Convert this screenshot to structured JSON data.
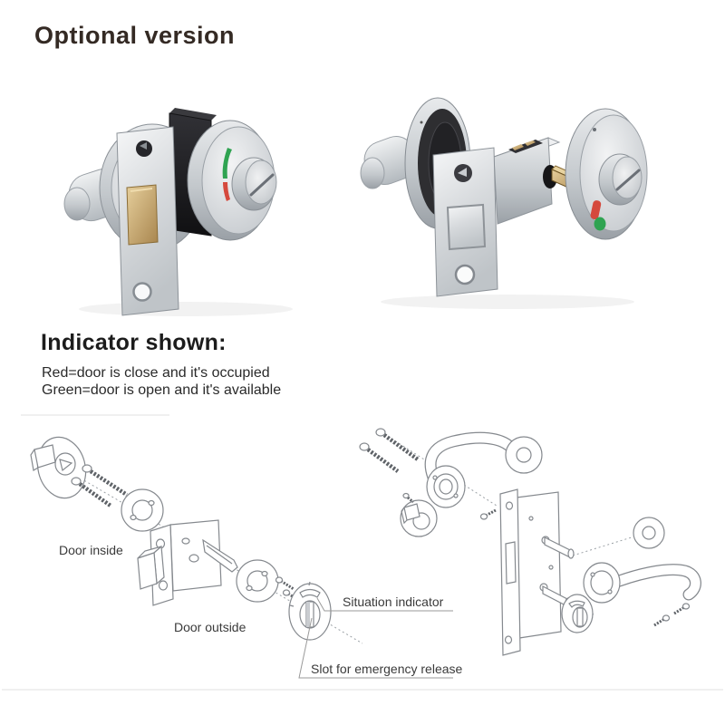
{
  "page": {
    "title": "Optional version",
    "background": "#ffffff"
  },
  "indicator_section": {
    "heading": "Indicator shown:",
    "line_red": "Red=door is close and it's occupied",
    "line_green": "Green=door is open and it's available"
  },
  "diagram_labels": {
    "door_inside": "Door inside",
    "door_outside": "Door outside",
    "situation_indicator": "Situation indicator",
    "slot_emergency": "Slot for emergency release"
  },
  "photos": {
    "left": "privacy-lock-green-indicator-view",
    "right": "privacy-lock-red-green-indicator-view"
  },
  "colors": {
    "page_bg": "#ffffff",
    "title_text": "#342a24",
    "heading_text": "#1c1c1c",
    "body_text": "#2a2a2a",
    "label_text": "#3a3a3a",
    "indicator_red": "#d5493d",
    "indicator_green": "#2fa351",
    "diagram_line": "#85898e",
    "brass": "#c5a263",
    "metal": "#c9cdd1"
  }
}
